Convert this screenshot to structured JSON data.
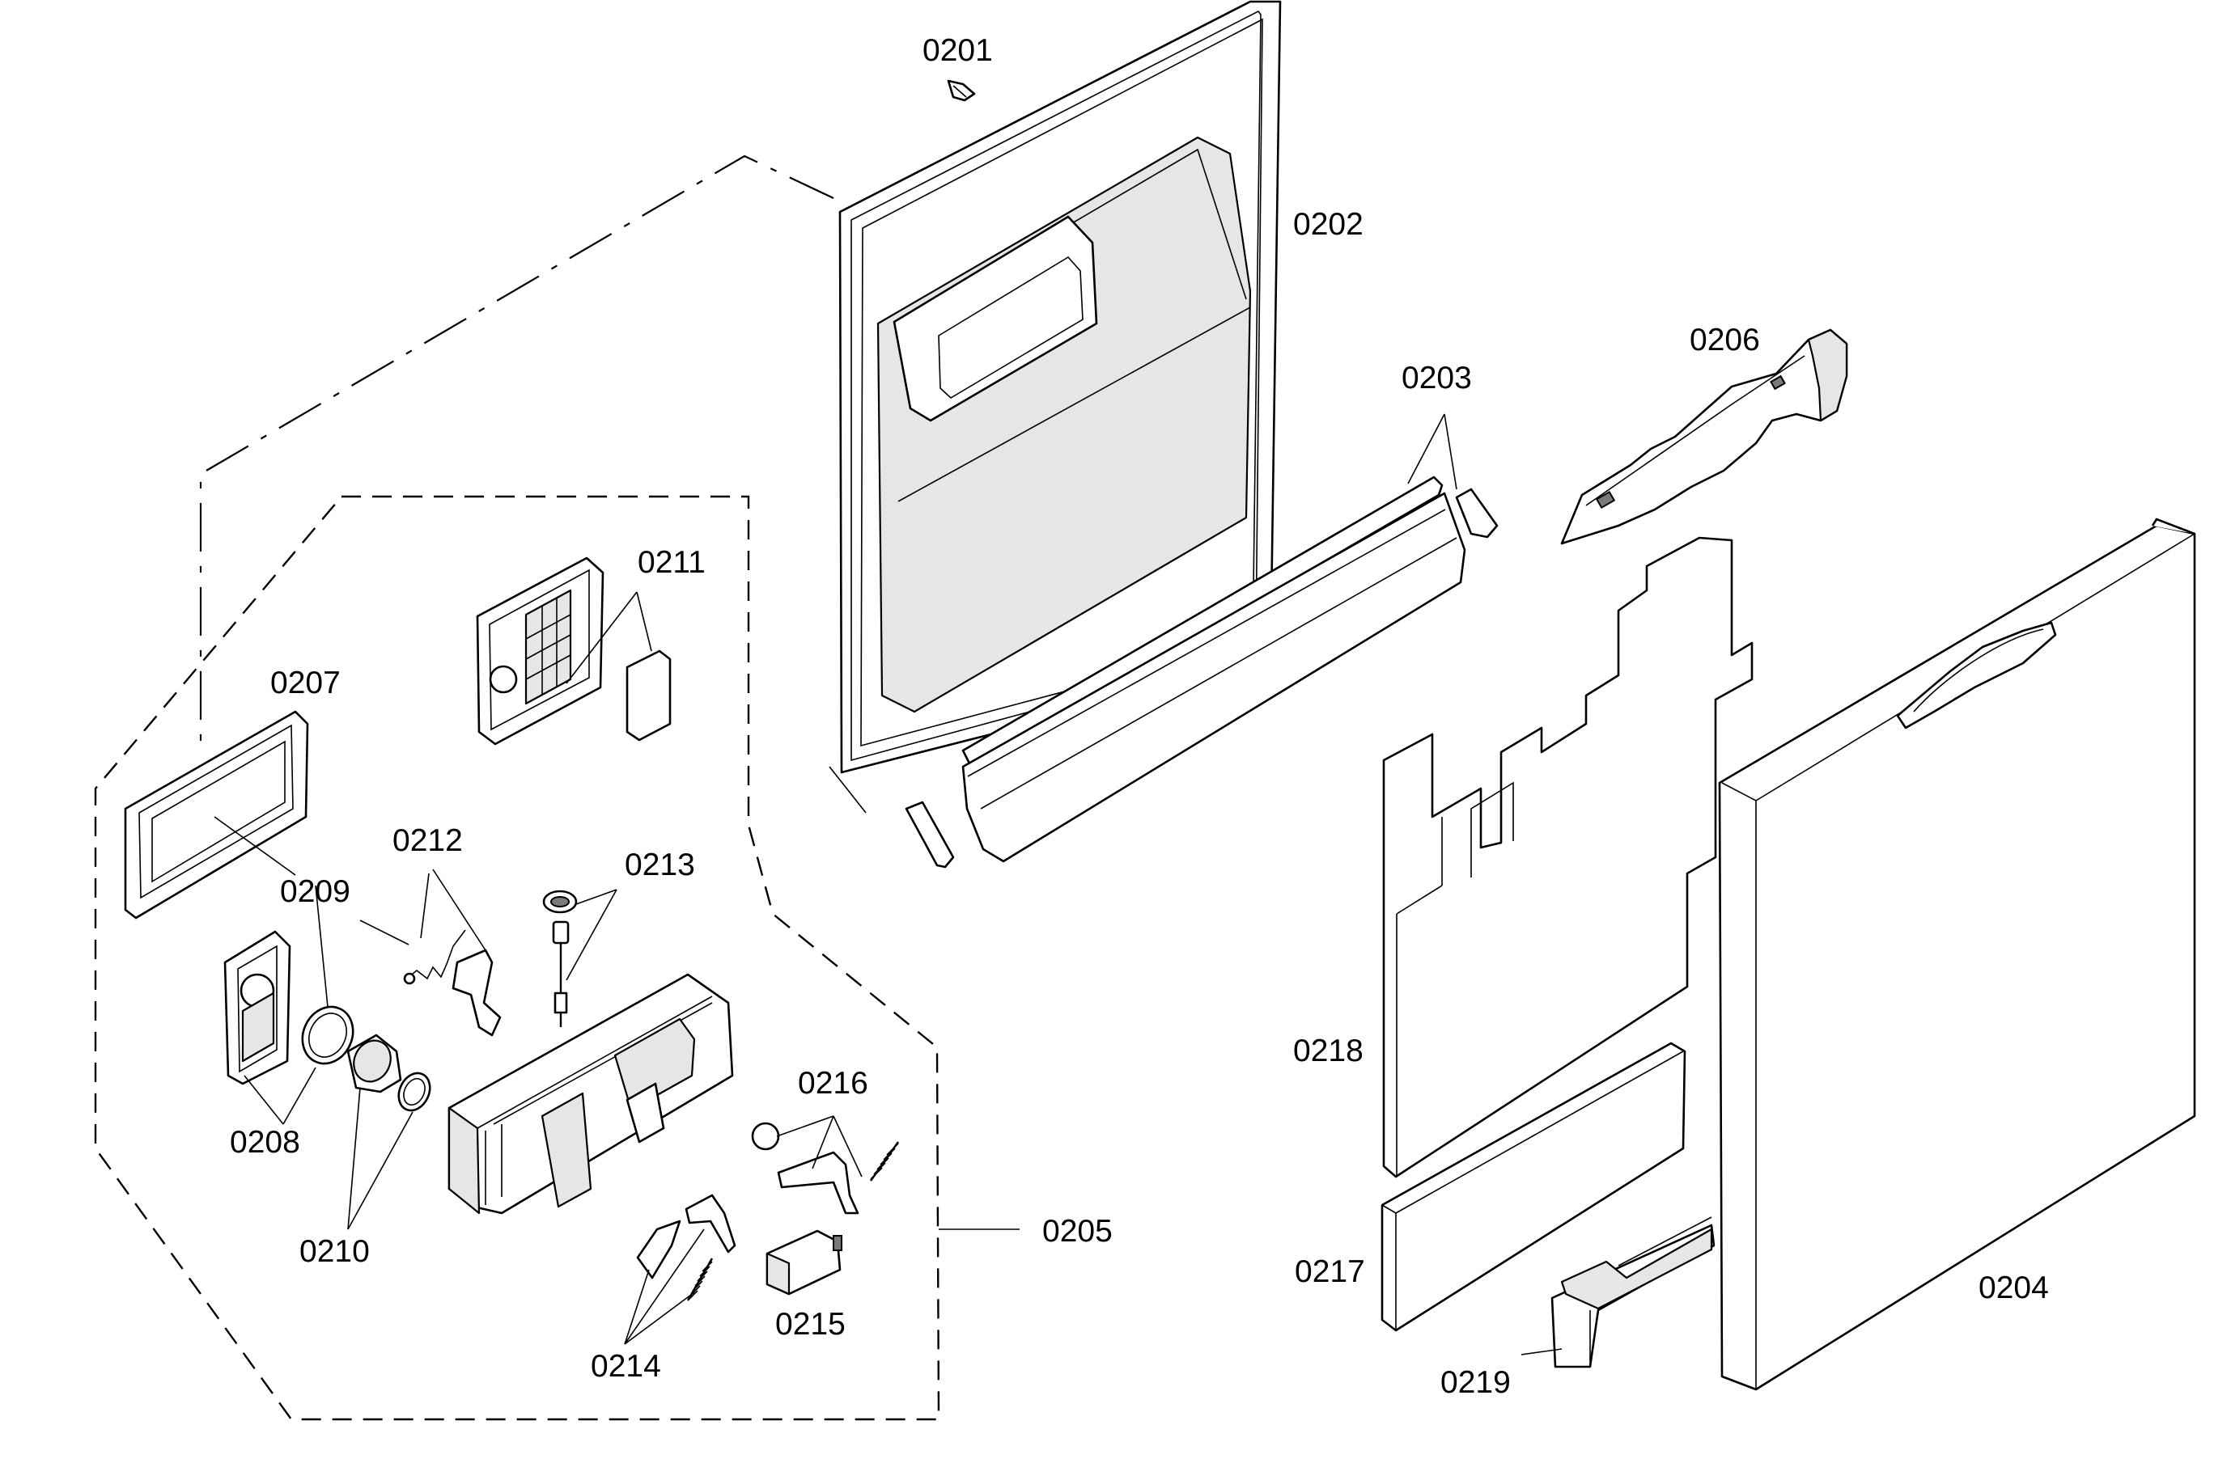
{
  "labels": {
    "p0201": "0201",
    "p0202": "0202",
    "p0203": "0203",
    "p0204": "0204",
    "p0205": "0205",
    "p0206": "0206",
    "p0207": "0207",
    "p0208": "0208",
    "p0209": "0209",
    "p0210": "0210",
    "p0211": "0211",
    "p0212": "0212",
    "p0213": "0213",
    "p0214": "0214",
    "p0215": "0215",
    "p0216": "0216",
    "p0217": "0217",
    "p0218": "0218",
    "p0219": "0219"
  }
}
